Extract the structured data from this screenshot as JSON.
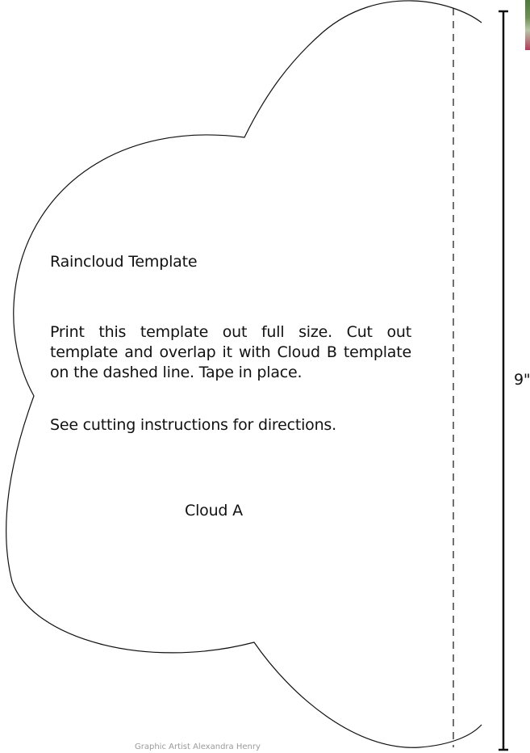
{
  "template": {
    "title": "Raincloud Template",
    "instructions": "Print this template out full size.  Cut out template and overlap it with Cloud B template on the dashed line.  Tape in place.",
    "see_instructions": "See cutting instructions for directions.",
    "piece_label": "Cloud A",
    "dimension_label": "9\"",
    "credit": "Graphic Artist Alexandra Henry"
  },
  "colors": {
    "outline": "#111111",
    "credit_text": "#9a9a9a"
  }
}
